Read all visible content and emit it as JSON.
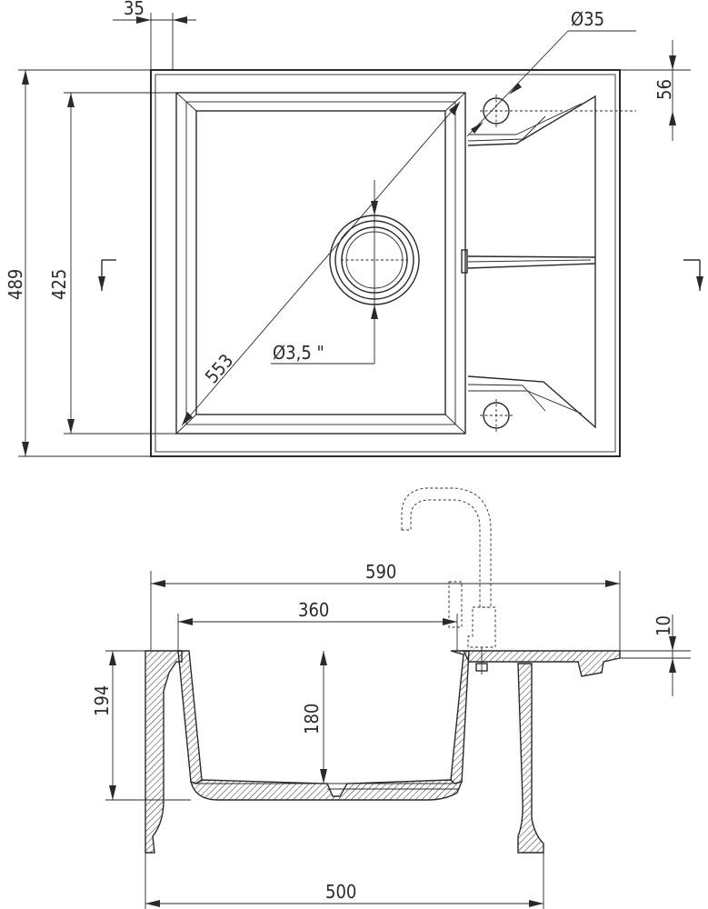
{
  "dimensions": {
    "top_flange": "35",
    "tap_hole_diameter": "Ø35",
    "tap_hole_offset": "56",
    "overall_depth": "489",
    "bowl_depth": "425",
    "diagonal": "553",
    "drain_diameter": "Ø3,5 \"",
    "overall_width": "590",
    "bowl_width": "360",
    "rim_thickness": "10",
    "total_height": "194",
    "bowl_height": "180",
    "cabinet_width": "500"
  }
}
